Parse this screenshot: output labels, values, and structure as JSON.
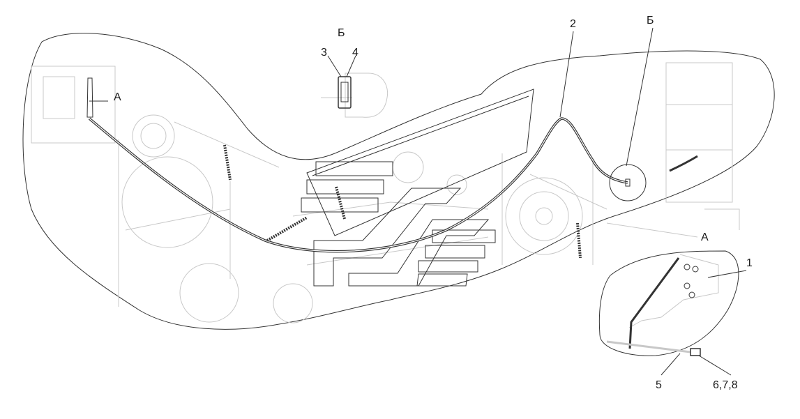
{
  "colors": {
    "outline": "#333333",
    "faint": "#c8c8c8",
    "background": "#ffffff"
  },
  "labels": {
    "view_a_arrow": "А",
    "view_b_title": "Б",
    "view_b_callout": "Б",
    "view_a_title": "А",
    "item_1": "1",
    "item_2": "2",
    "item_3": "3",
    "item_4": "4",
    "item_5": "5",
    "item_6_7_8": "6,7,8"
  }
}
